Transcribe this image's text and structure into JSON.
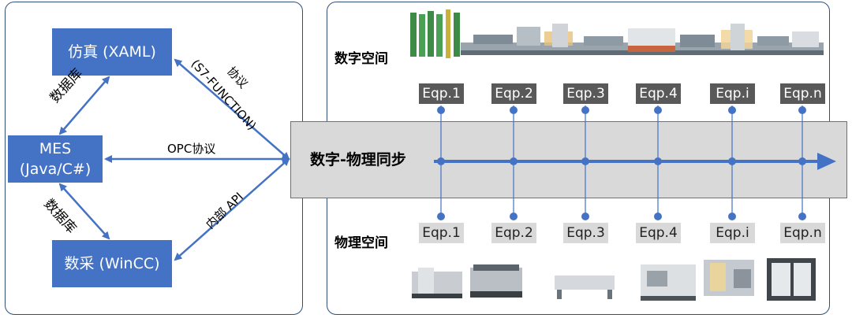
{
  "nodes": {
    "sim": "仿真 (XAML)",
    "mes_line1": "MES",
    "mes_line2": "(Java/C#)",
    "daq": "数采 (WinCC)"
  },
  "edges": {
    "db_top": "数据库",
    "db_bottom": "数据库",
    "protocol_top": "协议",
    "protocol_sub": "(S7-FUNCTION)",
    "opc": "OPC协议",
    "api": "内部 API"
  },
  "digital_space": {
    "title": "数字空间",
    "equipment": [
      "Eqp.1",
      "Eqp.2",
      "Eqp.3",
      "Eqp.4",
      "Eqp.i",
      "Eqp.n"
    ]
  },
  "sync": {
    "title": "数字-物理同步"
  },
  "physical_space": {
    "title": "物理空间",
    "equipment": [
      "Eqp.1",
      "Eqp.2",
      "Eqp.3",
      "Eqp.4",
      "Eqp.i",
      "Eqp.n"
    ]
  },
  "colors": {
    "accent": "#4472c4",
    "border": "#2f4f79",
    "band": "#d9d9d9",
    "dark_tag": "#595959"
  }
}
